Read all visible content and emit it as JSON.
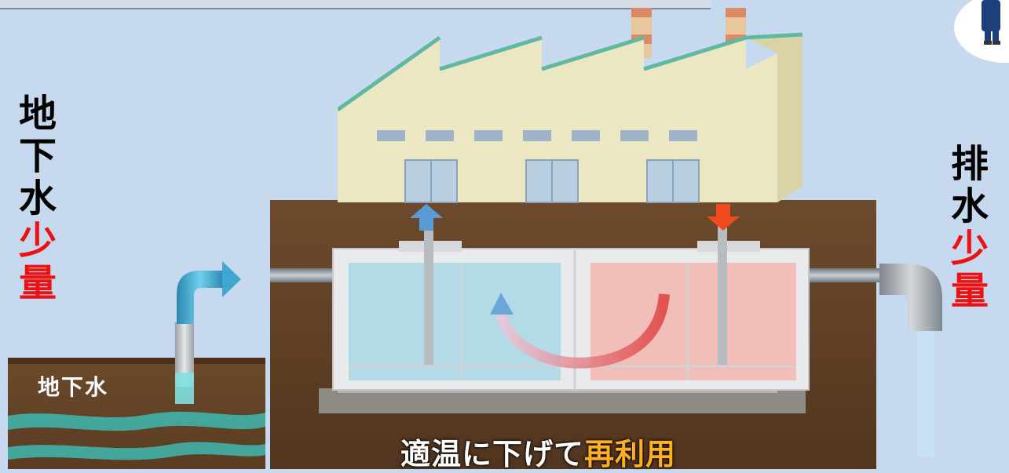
{
  "left_label": {
    "lines": [
      "地",
      "下",
      "水"
    ],
    "emphasis": [
      "少",
      "量"
    ]
  },
  "right_label": {
    "lines": [
      "排",
      "水"
    ],
    "emphasis": [
      "少",
      "量"
    ]
  },
  "groundwater_label": "地下水",
  "caption": {
    "main": "適温に下げて",
    "highlight": "再利用"
  },
  "colors": {
    "background": "#c7d9ef",
    "emphasis_red": "#ee1111",
    "highlight_orange": "#ffb020",
    "cool_water": "#9fd6e6",
    "warm_water": "#f3b3ad",
    "cool_arrow": "#5b9bd5",
    "warm_arrow": "#f04a20"
  },
  "icons": [
    "factory-icon",
    "cool-inflow-arrow-icon",
    "warm-outflow-arrow-icon",
    "recirculation-arrow-icon",
    "groundwater-pipe-icon",
    "drain-pipe-icon",
    "person-icon"
  ]
}
